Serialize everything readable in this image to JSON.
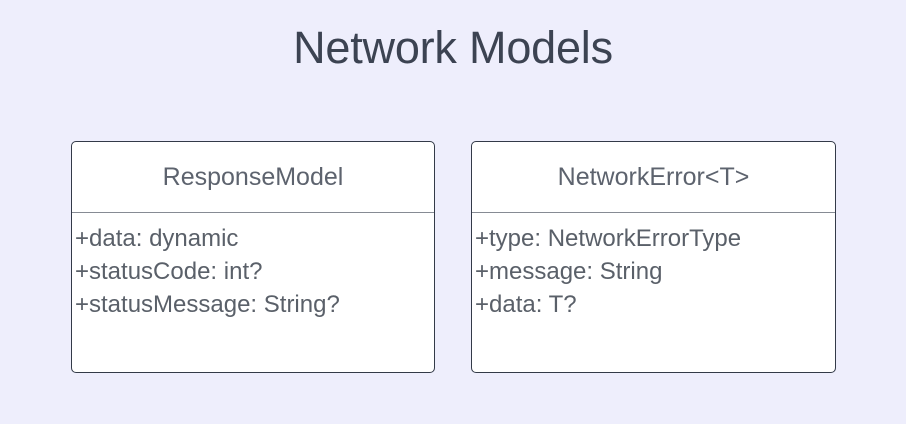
{
  "diagram": {
    "title": "Network Models",
    "background_color": "#eeeefc",
    "title_color": "#3c4352",
    "box_fill_color": "#ffffff",
    "box_border_color": "#333a48",
    "divider_color": "#868b94",
    "text_color": "#5a6069"
  },
  "classes": [
    {
      "name": "ResponseModel",
      "attributes": [
        "+data: dynamic",
        "+statusCode: int?",
        "+statusMessage: String?"
      ]
    },
    {
      "name": "NetworkError<T>",
      "attributes": [
        "+type: NetworkErrorType",
        "+message: String",
        "+data: T?"
      ]
    }
  ]
}
